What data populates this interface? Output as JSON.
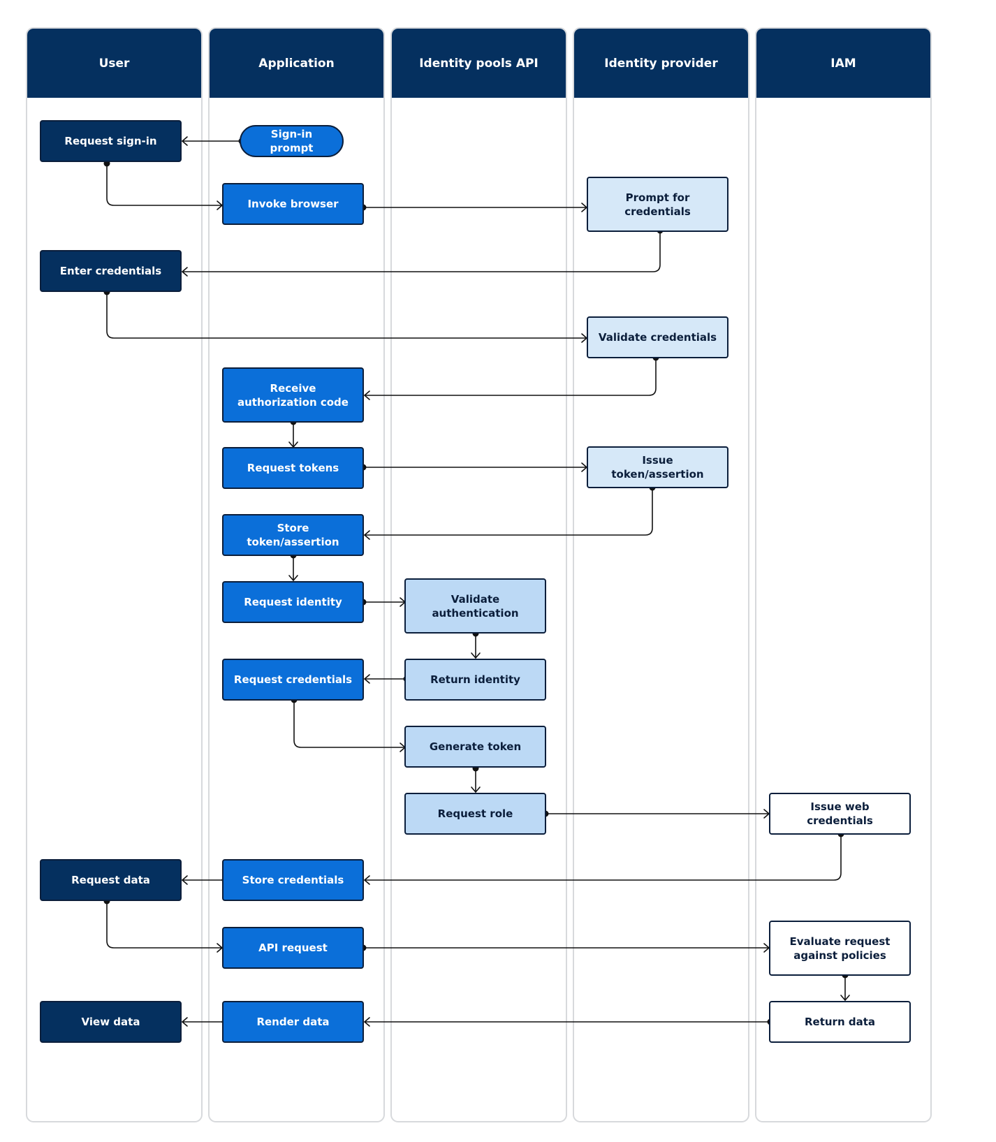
{
  "lanes": {
    "user": "User",
    "application": "Application",
    "identity_pools_api": "Identity pools API",
    "identity_provider": "Identity provider",
    "iam": "IAM"
  },
  "steps": {
    "sign_in_prompt": "Sign-in prompt",
    "request_sign_in": "Request sign-in",
    "invoke_browser": "Invoke browser",
    "prompt_for_credentials": "Prompt for credentials",
    "enter_credentials": "Enter credentials",
    "validate_credentials": "Validate credentials",
    "receive_authorization_code": "Receive authorization code",
    "request_tokens": "Request tokens",
    "issue_token_assertion": "Issue token/assertion",
    "store_token_assertion": "Store token/assertion",
    "request_identity": "Request identity",
    "validate_authentication": "Validate authentication",
    "return_identity": "Return identity",
    "request_credentials": "Request credentials",
    "generate_token": "Generate token",
    "request_role": "Request role",
    "issue_web_credentials": "Issue web credentials",
    "store_credentials": "Store credentials",
    "request_data": "Request data",
    "api_request": "API request",
    "evaluate_request_against_policies": "Evaluate request against policies",
    "return_data": "Return data",
    "render_data": "Render data",
    "view_data": "View data"
  },
  "colors": {
    "header": "#05305f",
    "user_step": "#05305f",
    "application_step": "#0b6fd9",
    "identity_provider_step": "#d6e8f8",
    "identity_pools_step": "#bcd9f5",
    "iam_step": "#ffffff",
    "connector": "#111111"
  }
}
